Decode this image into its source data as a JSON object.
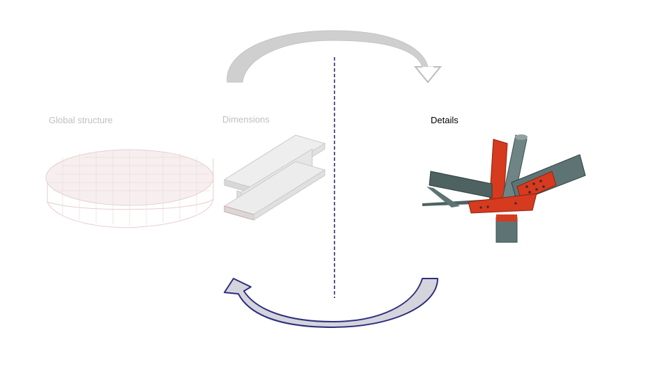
{
  "labels": {
    "global_structure": "Global structure",
    "dimensions": "Dimensions",
    "details": "Details"
  },
  "colors": {
    "faded_text": "#bfbfbf",
    "active_text": "#000000",
    "top_arrow_fill": "#cfcfcf",
    "top_arrow_stroke": "#bdbdbd",
    "bottom_arrow_fill": "#d4d4dc",
    "bottom_arrow_stroke": "#2e2e80",
    "divider": "#2e2e6e",
    "structure_mesh": "#e3c9c9",
    "beam_body": "#e4e4e4",
    "joint_red": "#d63a1f",
    "joint_steel": "#5e7474"
  },
  "icons": {
    "global_structure": "wireframe-dome-icon",
    "dimensions": "i-beam-icon",
    "details": "steel-joint-icon"
  }
}
